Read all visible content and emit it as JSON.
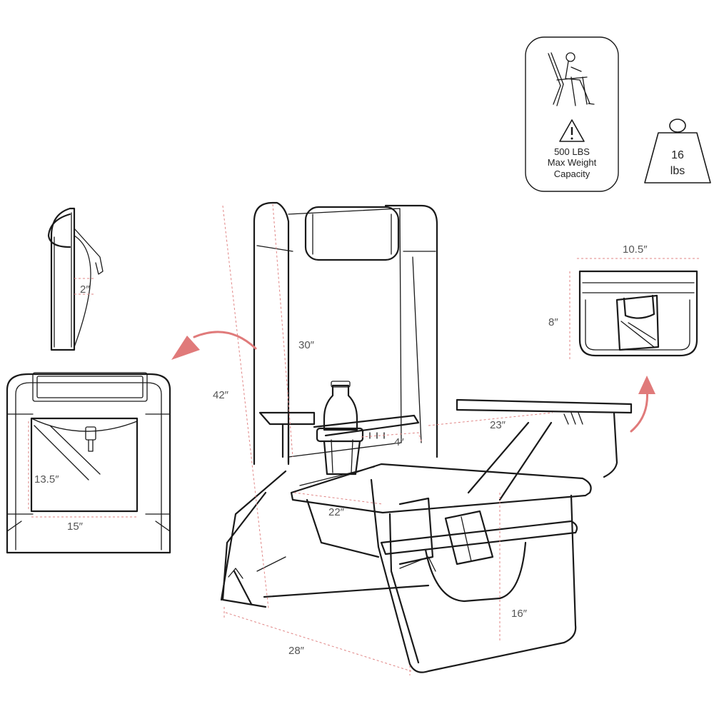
{
  "colors": {
    "line": "#1a1a1a",
    "dimension": "#e08585",
    "arrow": "#e07a7a",
    "label": "#555555"
  },
  "badge": {
    "icon": "person-in-chair-icon",
    "warning_icon": "warning-triangle-icon",
    "line1": "500 LBS",
    "line2": "Max Weight",
    "line3": "Capacity"
  },
  "weight": {
    "icon": "weight-icon",
    "value": "16",
    "unit": "lbs"
  },
  "dimensions": {
    "headrest_depth": "2″",
    "pouch_height": "13.5″",
    "pouch_width": "15″",
    "overall_height": "42″",
    "back_height": "30″",
    "cup_holder": "4″",
    "armrest_length": "23″",
    "seat_width": "22″",
    "seat_height": "16″",
    "chair_depth": "28″",
    "cooler_width": "10.5″",
    "cooler_height": "8″"
  }
}
